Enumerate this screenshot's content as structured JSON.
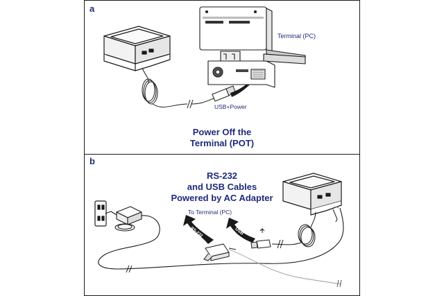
{
  "panel_a": {
    "letter": "a",
    "terminal_label": "Terminal (PC)",
    "cable_label": "USB+Power",
    "caption_line1": "Power Off the",
    "caption_line2": "Terminal (POT)"
  },
  "panel_b": {
    "letter": "b",
    "title_line1": "RS-232",
    "title_line2": "and USB Cables",
    "title_line3": "Powered by AC Adapter",
    "to_terminal_label": "To Terminal (PC)",
    "rs232_arrow_label": "RS-232",
    "usb_arrow_label": "USB"
  },
  "colors": {
    "accent": "#1f2a7a",
    "line": "#1a1a1a",
    "gray": "#bdbdbd"
  }
}
